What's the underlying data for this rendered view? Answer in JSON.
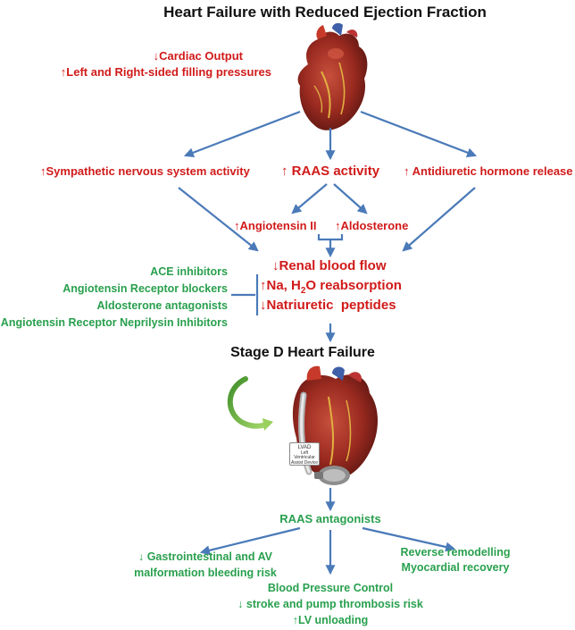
{
  "title": "Heart Failure with Reduced Ejection Fraction",
  "top_effects": {
    "line1": "↓Cardiac Output",
    "line2": "↑Left and Right-sided filling pressures"
  },
  "pathways": {
    "sympathetic": "↑Sympathetic nervous system activity",
    "raas": "↑ RAAS activity",
    "adh": "↑ Antidiuretic hormone release",
    "angiotensin": "↑Angiotensin II",
    "aldosterone": "↑Aldosterone"
  },
  "renal_effects": {
    "line1": "↓Renal blood flow",
    "line2_prefix": "↑Na, H",
    "line2_sub": "2",
    "line2_suffix": "O reabsorption",
    "line3": "↓Natriuretic  peptides"
  },
  "therapies": {
    "items": [
      "ACE inhibitors",
      "Angiotensin Receptor blockers",
      "Aldosterone antagonists",
      "Angiotensin Receptor Neprilysin Inhibitors"
    ]
  },
  "stage_d": "Stage D Heart Failure",
  "lvad_label": [
    "LVAD",
    "Left Ventricular",
    "Assist Device"
  ],
  "raas_antagonists": "RAAS antagonists",
  "outcomes": {
    "bleeding": [
      "↓ Gastrointestinal and AV",
      "malformation bleeding risk"
    ],
    "remodelling": [
      "Reverse remodelling",
      "Myocardial recovery"
    ],
    "bp": [
      "Blood Pressure Control",
      "↓ stroke and pump thrombosis risk",
      "↑LV unloading"
    ]
  },
  "colors": {
    "arrow": "#4a7ab8",
    "red_text": "#d11a1a",
    "green_text": "#29a04e",
    "green_curve": "#6bbf3a"
  }
}
